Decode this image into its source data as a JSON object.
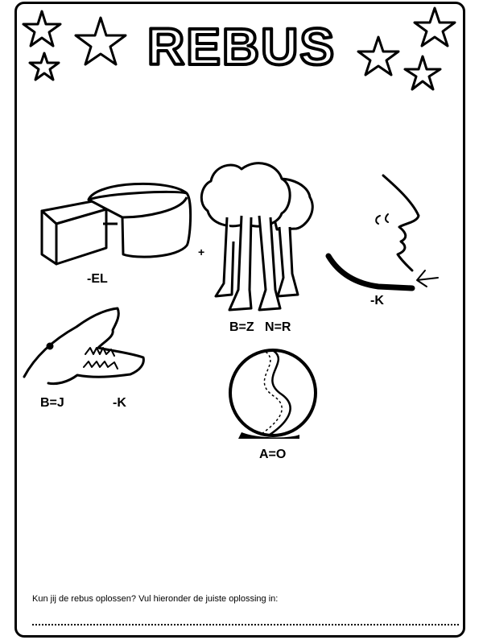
{
  "title": "REBUS",
  "clues": {
    "cheese": "-EL",
    "plus": "+",
    "tree": "B=Z   N=R",
    "mouth": "-K",
    "croc_left": "B=J",
    "croc_right": "-K",
    "ball": "A=O"
  },
  "footer": {
    "prompt": "Kun jij de rebus oplossen?  Vul hieronder de juiste oplossing in:"
  },
  "colors": {
    "ink": "#000000",
    "paper": "#ffffff"
  }
}
